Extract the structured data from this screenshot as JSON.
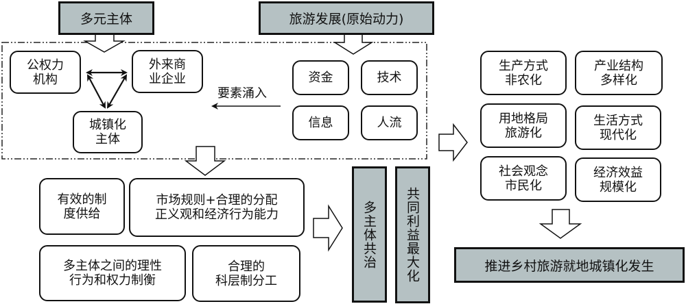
{
  "top_boxes": {
    "actors": "多元主体",
    "tourism": "旅游发展(原始动力)"
  },
  "actors_group": {
    "public_power": "公权力\n机构",
    "outside_business": "外来商\n业企业",
    "urbanization_subject": "城镇化\n主体"
  },
  "elements_group": {
    "flow_label": "要素涌入",
    "items": [
      "资金",
      "技术",
      "信息",
      "人流"
    ]
  },
  "conditions": {
    "institution": "有效的制\n度供给",
    "market": "市场规则+合理的分配\n正义观和经济行为能力",
    "rational_behavior": "多主体之间的理性\n行为和权力制衡",
    "division": "合理的\n科层制分工"
  },
  "vertical_boxes": {
    "co_governance": "多主体共治",
    "common_interest": "共同利益最大化"
  },
  "outcomes": [
    "生产方式\n非农化",
    "产业结构\n多样化",
    "用地格局\n旅游化",
    "生活方式\n现代化",
    "社会观念\n市民化",
    "经济效益\n规模化"
  ],
  "result": "推进乡村旅游就地城镇化发生",
  "colors": {
    "gray_fill": "#b5c1c3",
    "line": "#111111"
  }
}
